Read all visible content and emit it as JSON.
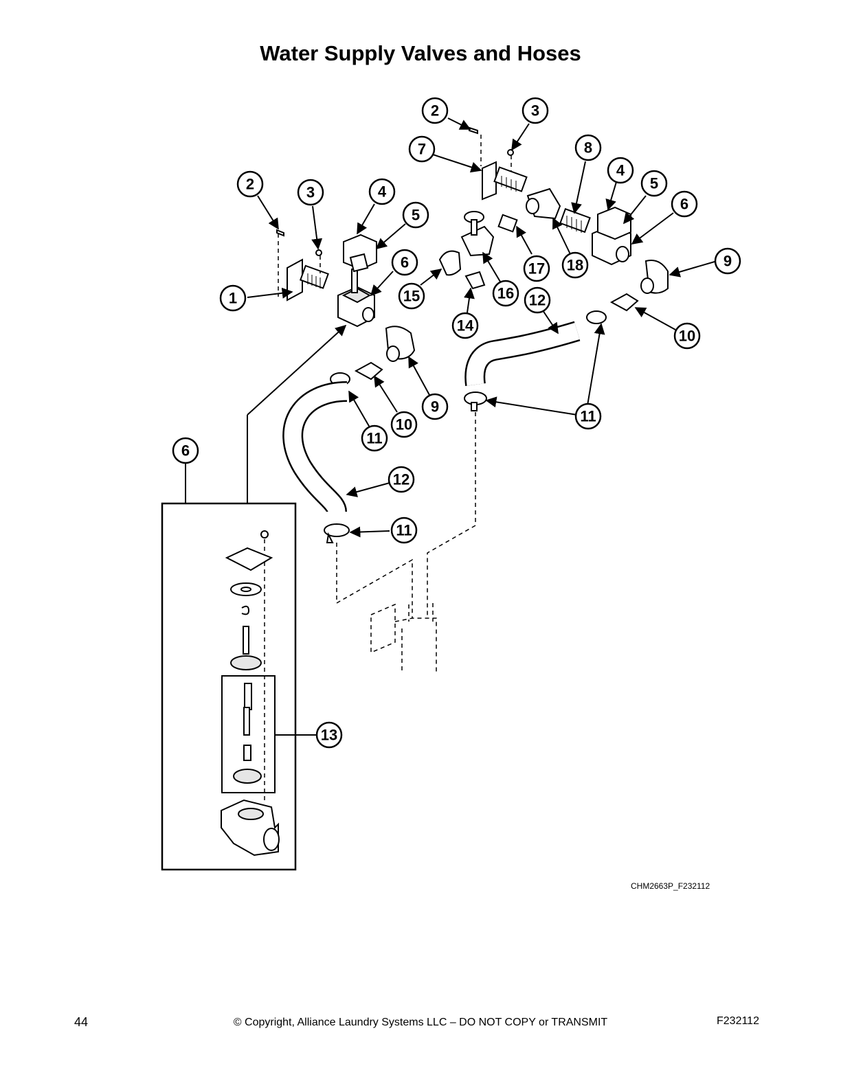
{
  "title": "Water Supply Valves and Hoses",
  "figure_ref": "CHM2663P_F232112",
  "footer": {
    "page_number": "44",
    "copyright": "© Copyright, Alliance Laundry Systems LLC – DO NOT COPY or TRANSMIT",
    "doc_id": "F232112"
  },
  "callouts": [
    "1",
    "2",
    "3",
    "4",
    "5",
    "6",
    "7",
    "8",
    "9",
    "10",
    "11",
    "12",
    "13",
    "14",
    "15",
    "16",
    "17",
    "18"
  ]
}
